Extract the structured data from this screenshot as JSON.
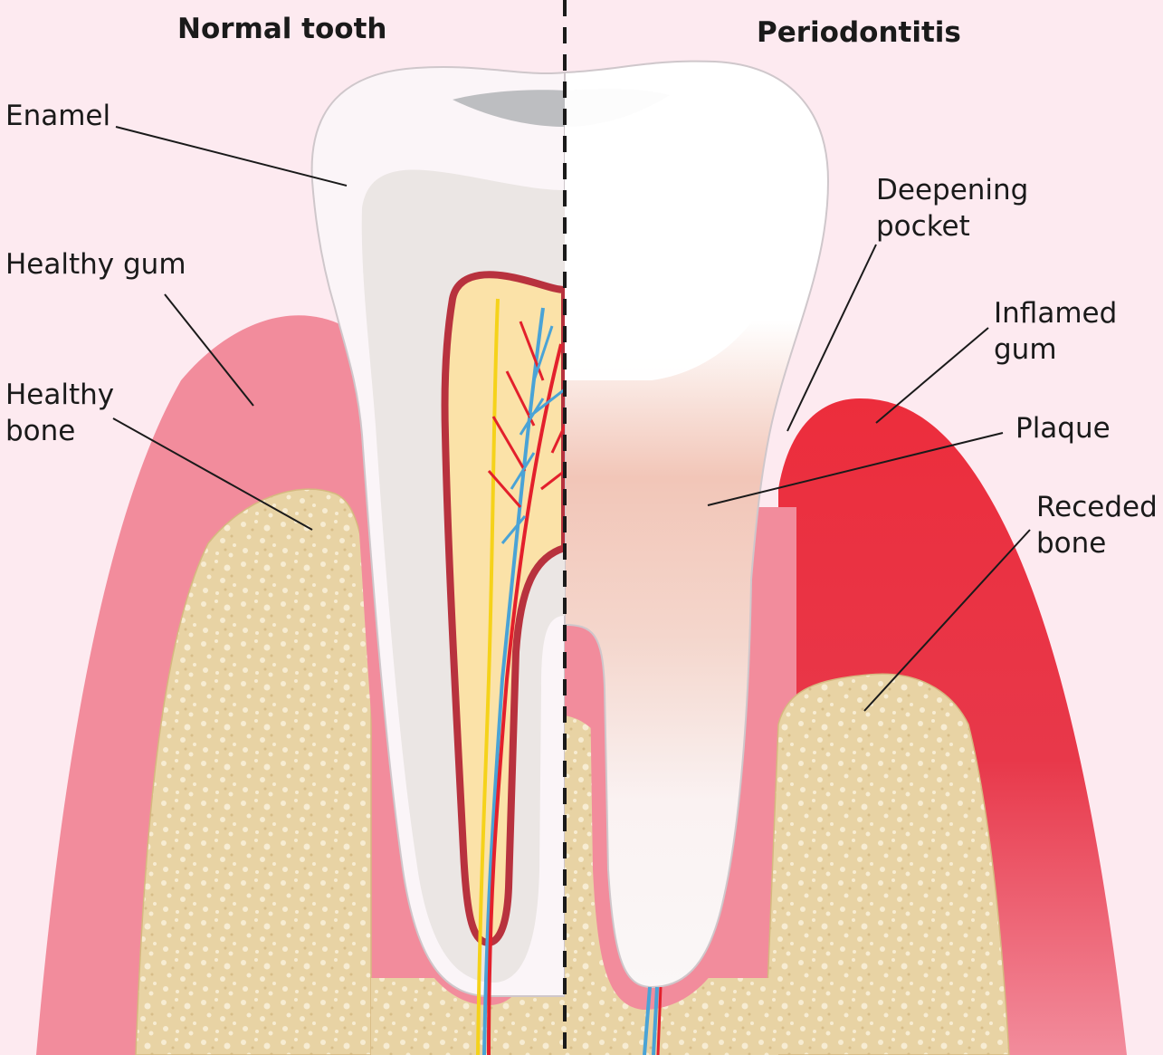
{
  "titles": {
    "left": "Normal tooth",
    "right": "Periodontitis"
  },
  "labels": {
    "enamel": "Enamel",
    "healthy_gum": "Healthy gum",
    "healthy_bone": [
      "Healthy",
      "bone"
    ],
    "deepening_pocket": [
      "Deepening",
      "pocket"
    ],
    "inflamed_gum": [
      "Inflamed",
      "gum"
    ],
    "plaque": "Plaque",
    "receded_bone": [
      "Receded",
      "bone"
    ]
  },
  "colors": {
    "background": "#fdeaf0",
    "healthy_gum": "#f28c9c",
    "inflamed_gum": "#ec2d3c",
    "bone": "#e8d3a4",
    "enamel": "#fbf5f8",
    "dentin": "#ebe6e4",
    "pulp": "#fbe2a8",
    "pulp_wall": "#b8323e",
    "artery": "#e3202c",
    "vein": "#4aa3d6",
    "nerve": "#f5d21a",
    "plaque": "#f2c6b8"
  }
}
